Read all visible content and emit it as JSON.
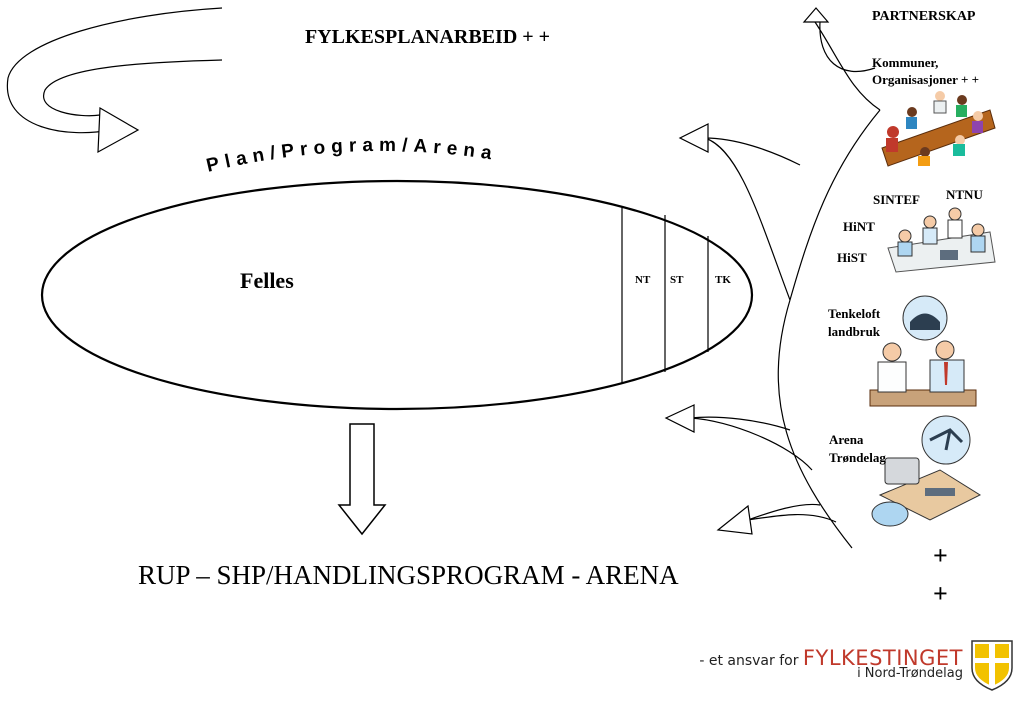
{
  "title": "FYLKESPLANARBEID + +",
  "arc_text": "Plan/Program/Arena",
  "ellipse": {
    "main_label": "Felles",
    "columns": [
      "NT",
      "ST",
      "TK"
    ]
  },
  "bottom_text": "RUP – SHP/HANDLINGSPROGRAM - ARENA",
  "partners": {
    "heading": "PARTNERSKAP",
    "kommuner": [
      "Kommuner,",
      "Organisasjoner + +"
    ],
    "institutions": [
      "SINTEF",
      "NTNU",
      "HiNT",
      "HiST"
    ],
    "tenkeloft": [
      "Tenkeloft",
      "landbruk"
    ],
    "arena": [
      "Arena",
      "Trøndelag"
    ],
    "plus_signs": [
      "+",
      "+"
    ]
  },
  "footer": {
    "prefix": "- et ansvar for ",
    "brand": "FYLKESTINGET",
    "region": "i Nord-Trøndelag"
  },
  "colors": {
    "line": "#000000",
    "brand": "#c0392b",
    "shield": "#f2c200"
  }
}
